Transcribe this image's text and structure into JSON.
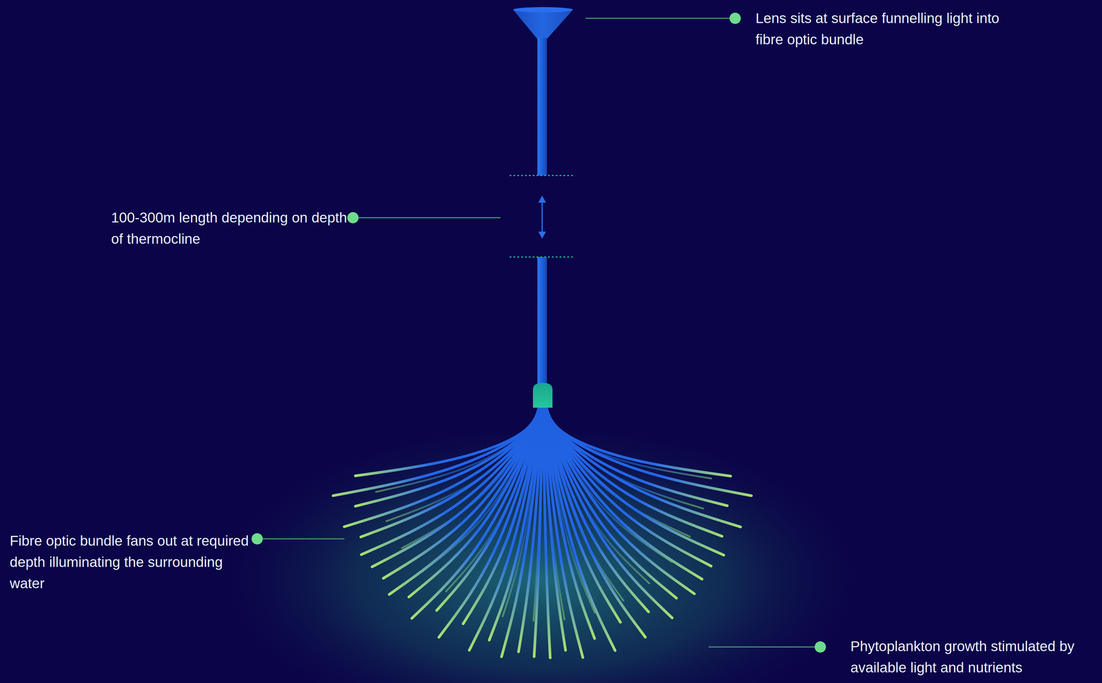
{
  "diagram": {
    "labels": [
      "Lens sits at surface funnelling light into fibre optic bundle",
      "100-300m length depending on depth of thermocline",
      "Fibre optic bundle fans out at required depth illuminating the surrounding water",
      "Phytoplankton growth stimulated by available light and nutrients"
    ]
  }
}
